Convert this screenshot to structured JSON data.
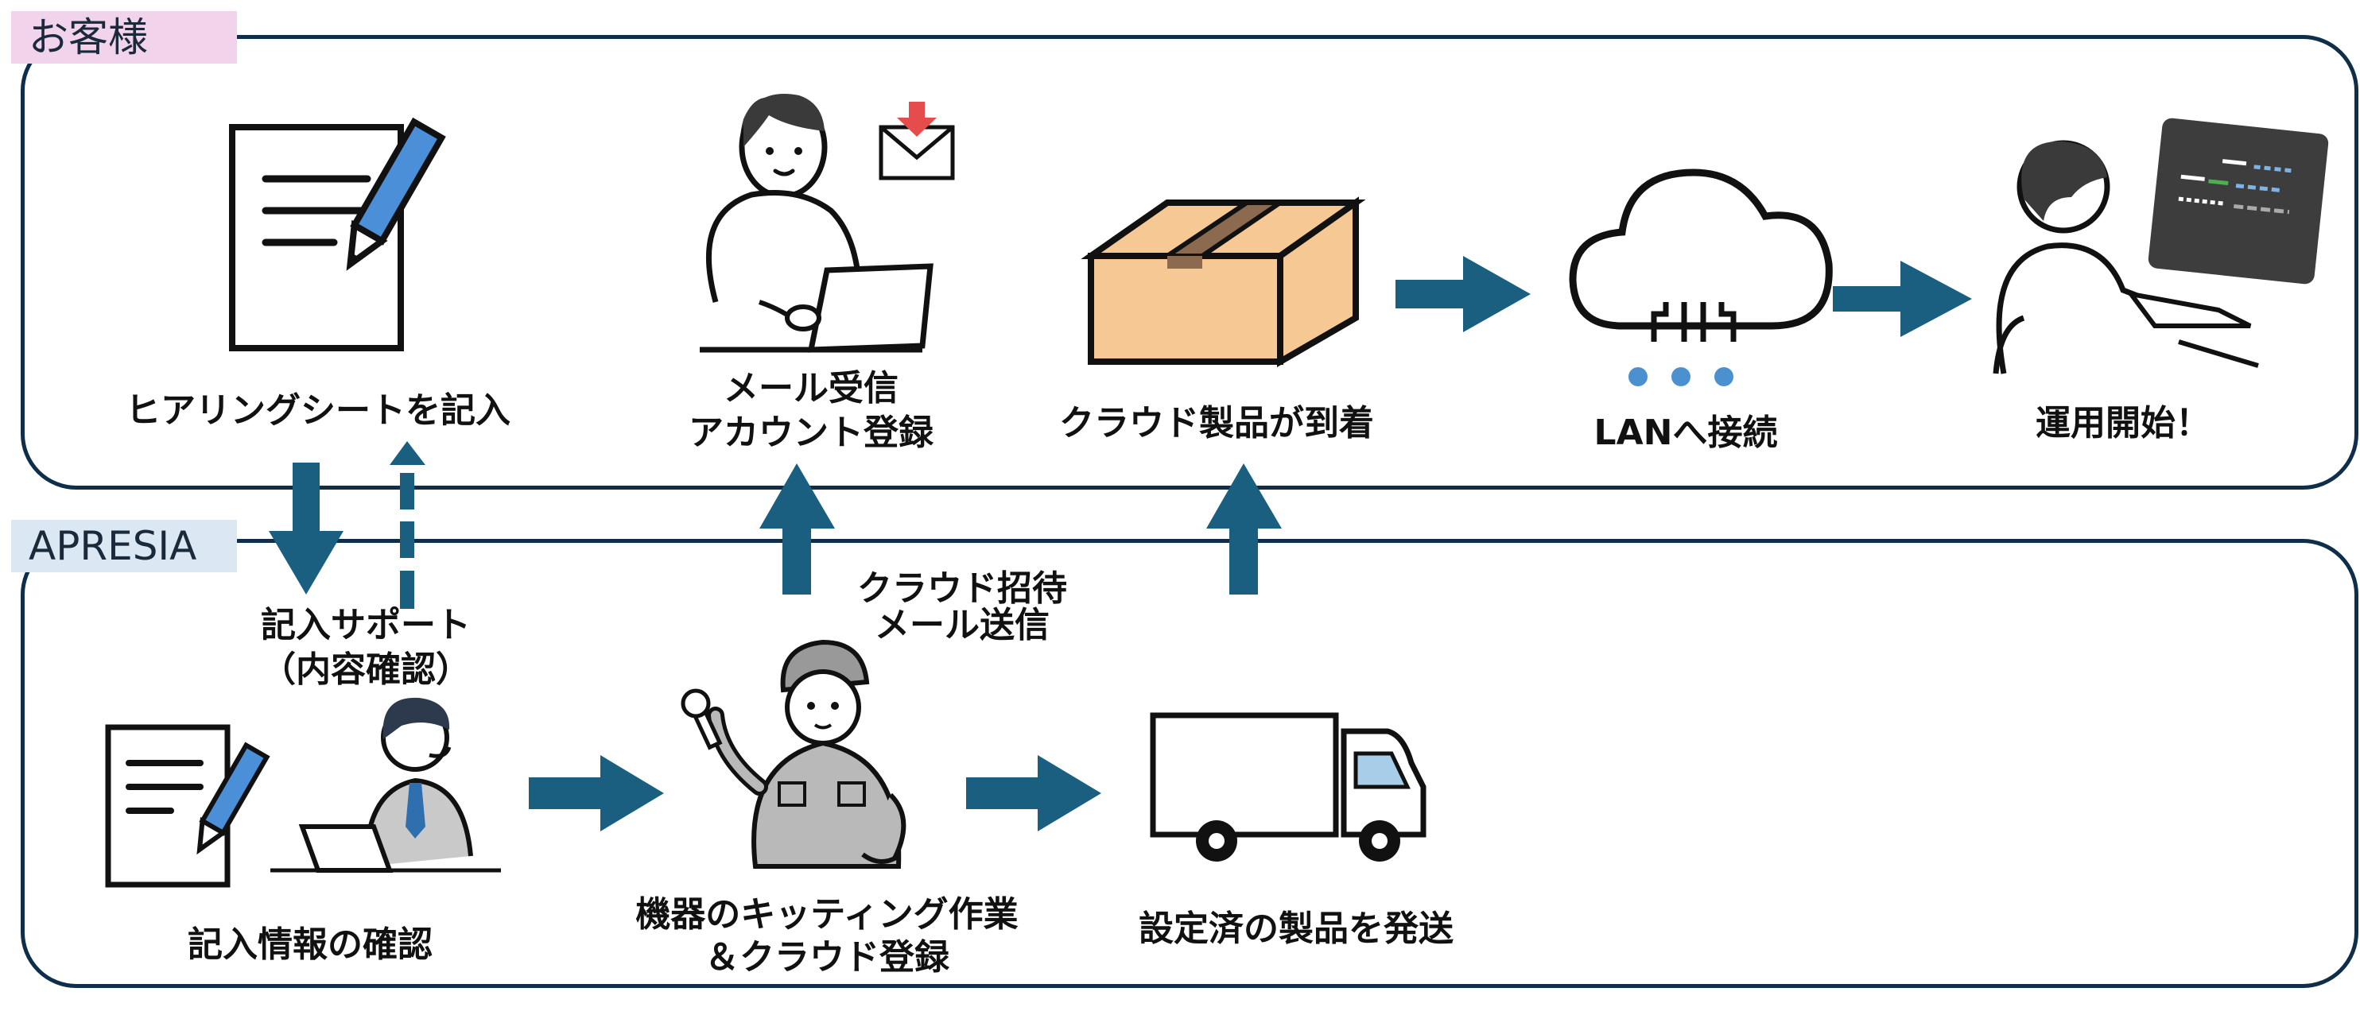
{
  "lanes": {
    "customer": {
      "tag": "お客様",
      "tag_color": "#f1d3ec"
    },
    "apresia": {
      "tag": "APRESIA",
      "tag_color": "#dbe8f4"
    }
  },
  "colors": {
    "arrow": "#1a5f80",
    "border": "#0f2e4a",
    "box": "#f6c894",
    "tape": "#8b6a50",
    "pen": "#4a8fd8",
    "dots": "#4b90cf"
  },
  "customer_steps": {
    "hearing_sheet": "ヒアリングシートを記入",
    "mail_line1": "メール受信",
    "mail_line2": "アカウント登録",
    "arrival": "クラウド製品が到着",
    "lan": "LANへ接続",
    "start": "運用開始！"
  },
  "apresia_steps": {
    "support_line1": "記入サポート",
    "support_line2": "（内容確認）",
    "confirm": "記入情報の確認",
    "invite_line1": "クラウド招待",
    "invite_line2": "メール送信",
    "kitting_line1": "機器のキッティング作業",
    "kitting_line2": "＆クラウド登録",
    "ship": "設定済の製品を発送"
  }
}
